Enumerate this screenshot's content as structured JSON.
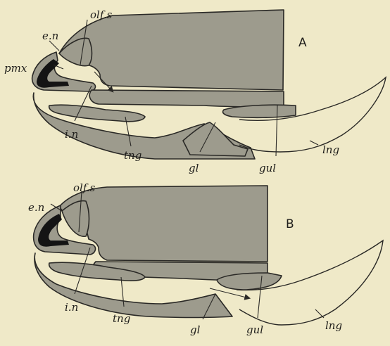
{
  "figure": {
    "panel_a": {
      "letter": "A",
      "labels": {
        "olfs": "olf.s",
        "en": "e.n",
        "pmx": "pmx",
        "in": "i.n",
        "tng": "tng",
        "gl": "gl",
        "gul": "gul",
        "lng": "lng"
      }
    },
    "panel_b": {
      "letter": "B",
      "labels": {
        "olfs": "olf.s",
        "en": "e.n",
        "in": "i.n",
        "tng": "tng",
        "gl": "gl",
        "gul": "gul",
        "lng": "lng"
      }
    }
  },
  "colors": {
    "background": "#efe9c8",
    "tissue": "#9d9b8d",
    "bone": "#141414",
    "ink": "#2a2926"
  }
}
